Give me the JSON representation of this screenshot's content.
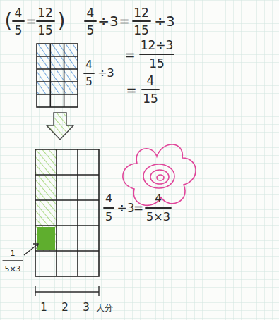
{
  "diagram": {
    "labels": [
      "(",
      "4",
      "5",
      "=",
      "12",
      "15",
      ")",
      "4",
      "5",
      "÷3",
      "=",
      "12",
      "15",
      "÷3",
      "=",
      "12÷3",
      "15",
      "=",
      "4",
      "15",
      "4",
      "5",
      "÷3",
      "4",
      "5",
      "÷3",
      "=",
      "4",
      "5×3",
      "1",
      "5×3",
      "1",
      "2",
      "3",
      "人分"
    ]
  }
}
